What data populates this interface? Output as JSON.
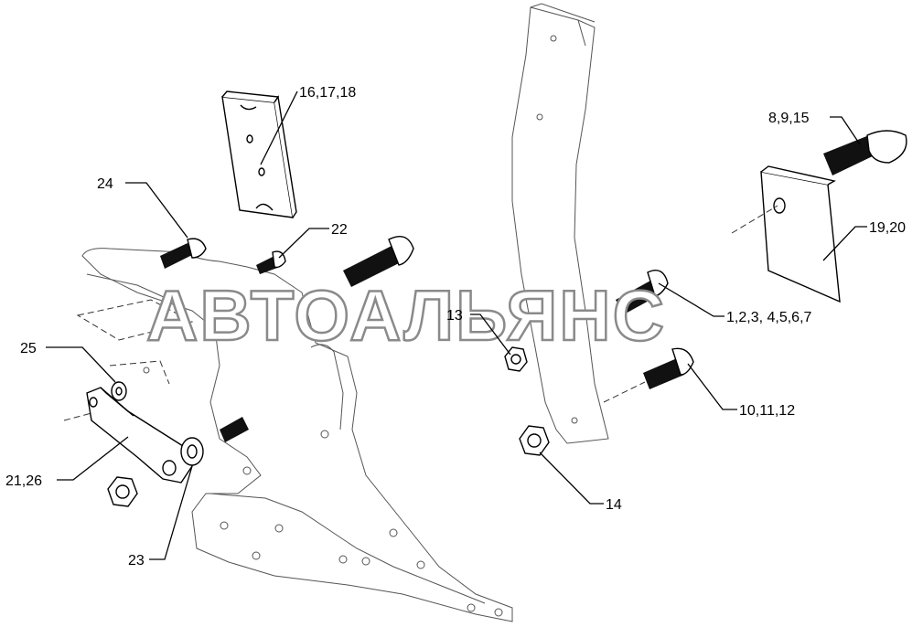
{
  "watermark": "АВТОАЛЬЯНС",
  "callouts": {
    "c1": "16,17,18",
    "c2": "24",
    "c3": "22",
    "c4": "8,9,15",
    "c5": "19,20",
    "c6": "13",
    "c7": "1,2,3, 4,5,6,7",
    "c8": "25",
    "c9": "10,11,12",
    "c10": "21,26",
    "c11": "14",
    "c12": "23"
  },
  "colors": {
    "line": "#000000",
    "watermark_outline": "#8a8a8a",
    "background": "#ffffff"
  }
}
